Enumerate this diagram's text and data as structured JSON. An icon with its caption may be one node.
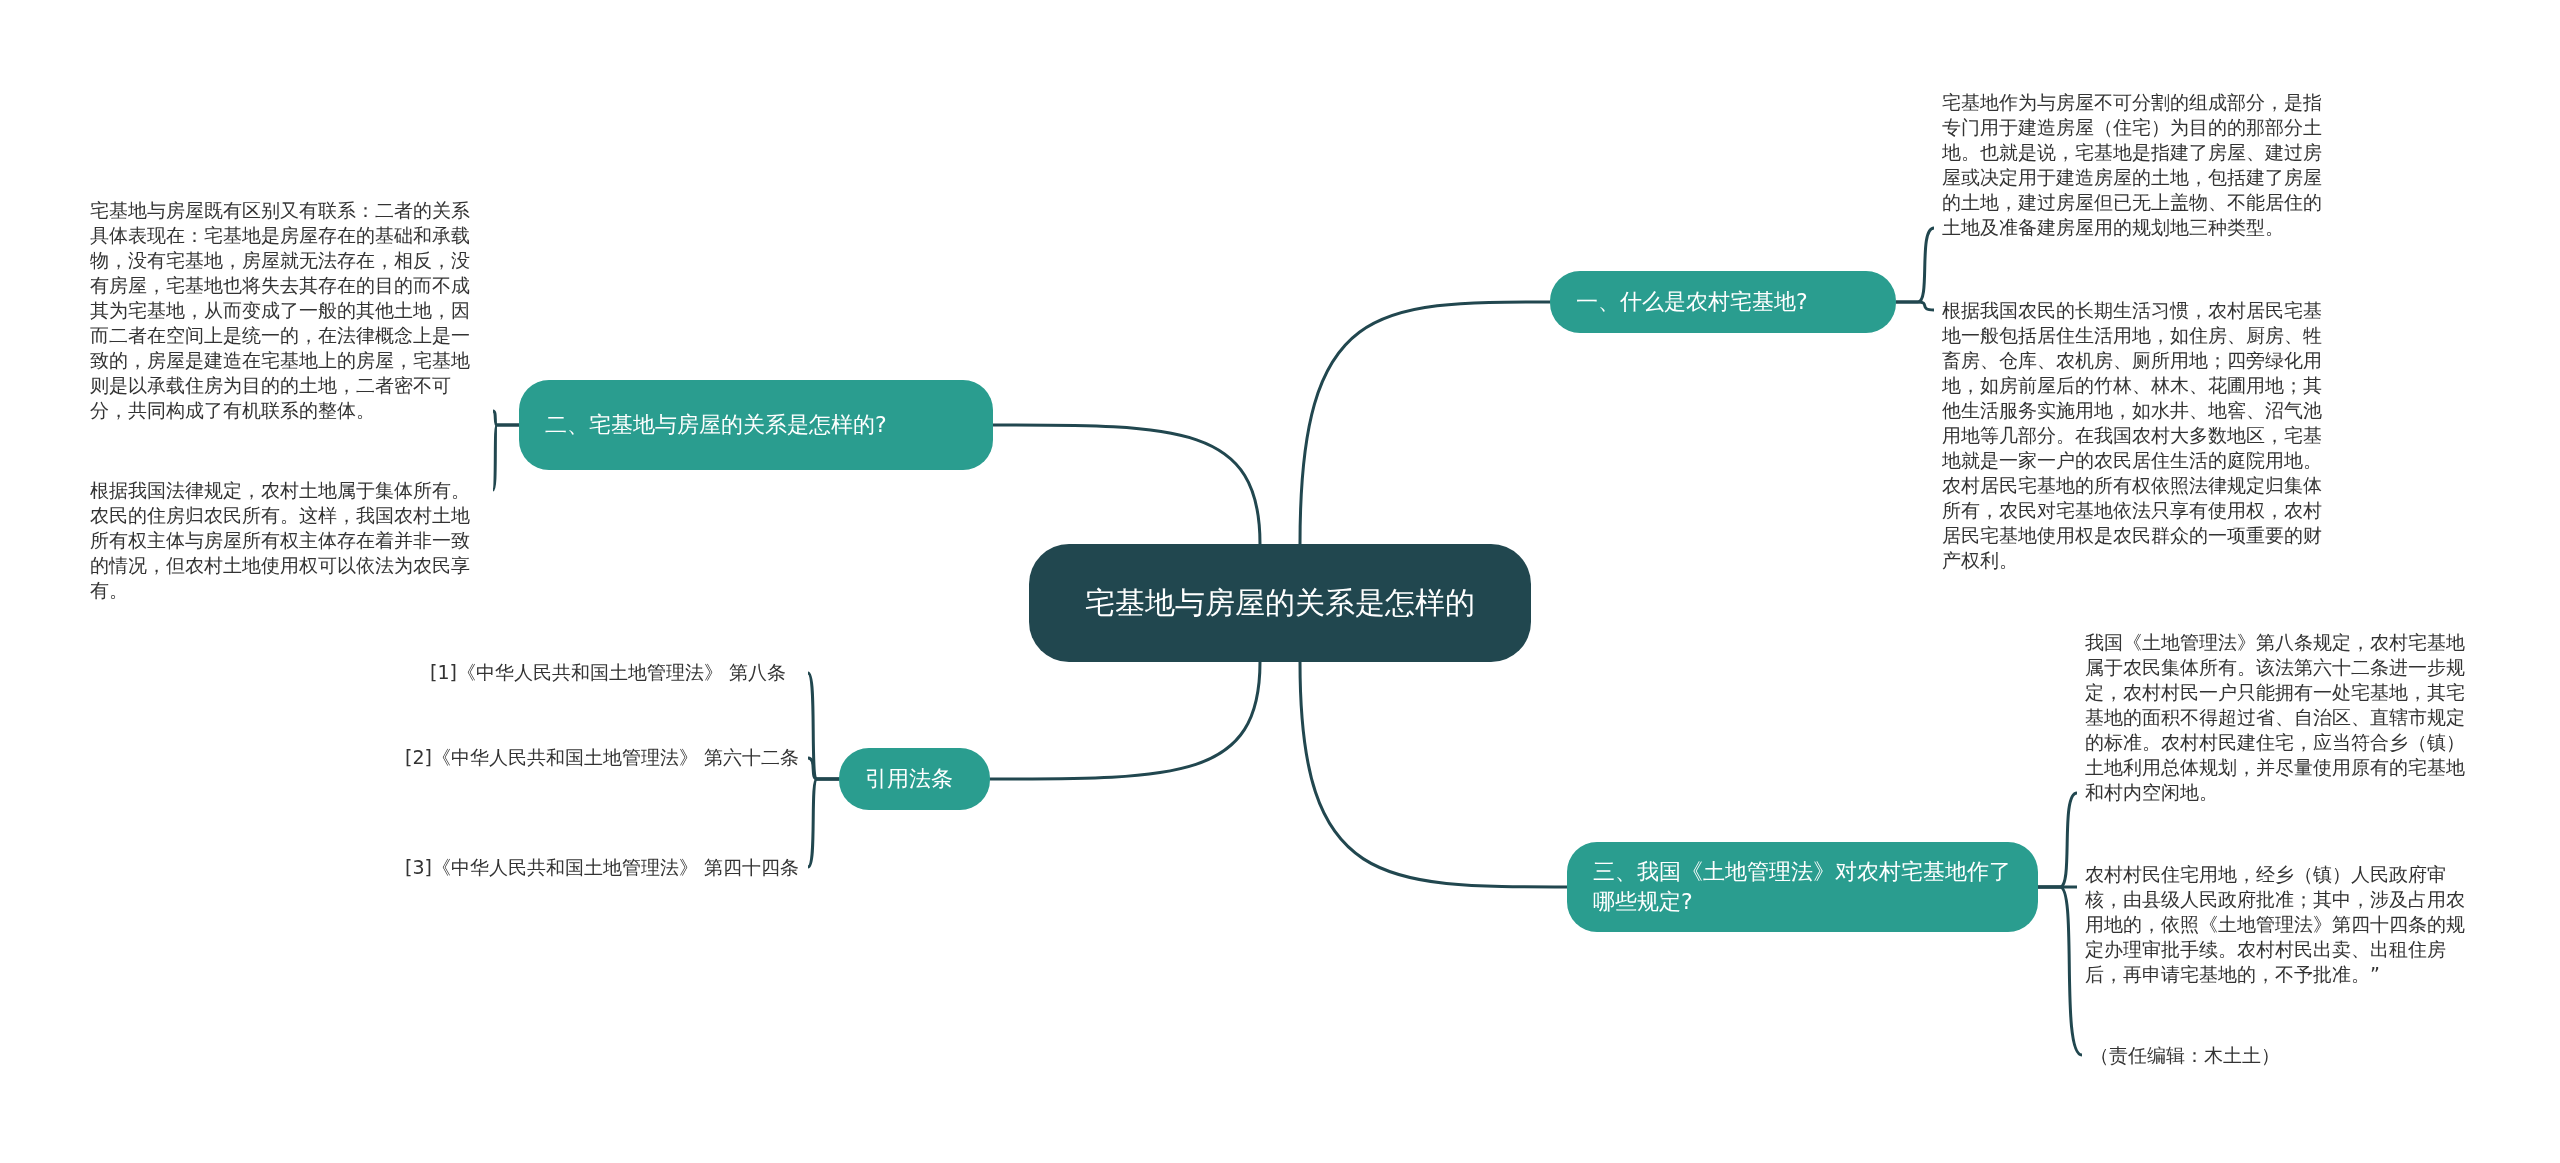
{
  "diagram": {
    "nodes": [
      {
        "text": [
          "宅基地与房屋的关系是怎样的"
        ]
      },
      {
        "text": [
          "一、什么是农村宅基地?"
        ]
      },
      {
        "text": [
          "宅基地作为与房屋不可分割的组成部分，是指专门用于建造房屋（住宅）为目的的那部分土地。也就是说，宅基地是指建了房屋、建过房屋或决定用于建造房屋的土地，包括建了房屋的土地，建过房屋但已无上盖物、不能居住的土地及准备建房屋用的规划地三种类型。"
        ]
      },
      {
        "text": [
          "根据我国农民的长期生活习惯，农村居民宅基地一般包括居住生活用地，如住房、厨房、牲畜房、仓库、农机房、厕所用地；四旁绿化用地，如房前屋后的竹林、林木、花圃用地；其他生活服务实施用地，如水井、地窖、沼气池用地等几部分。在我国农村大多数地区，宅基地就是一家一户的农民居住生活的庭院用地。农村居民宅基地的所有权依照法律规定归集体所有，农民对宅基地依法只享有使用权，农村居民宅基地使用权是农民群众的一项重要的财产权利。"
        ]
      },
      {
        "text": [
          "二、宅基地与房屋的关系是怎样的?"
        ]
      },
      {
        "text": [
          "宅基地与房屋既有区别又有联系：二者的关系具体表现在：宅基地是房屋存在的基础和承载物，没有宅基地，房屋就无法存在，相反，没有房屋，宅基地也将失去其存在的目的而不成其为宅基地，从而变成了一般的其他土地，因而二者在空间上是统一的，在法律概念上是一致的，房屋是建造在宅基地上的房屋，宅基地则是以承载住房为目的的土地，二者密不可分，共同构成了有机联系的整体。"
        ]
      },
      {
        "text": [
          "根据我国法律规定，农村土地属于集体所有。农民的住房归农民所有。这样，我国农村土地所有权主体与房屋所有权主体存在着并非一致的情况，但农村土地使用权可以依法为农民享有。"
        ]
      },
      {
        "text": [
          "三、我国《土地管理法》对农村宅基地作了哪些规定?"
        ]
      },
      {
        "text": [
          "我国《土地管理法》第八条规定，农村宅基地属于农民集体所有。该法第六十二条进一步规定，农村村民一户只能拥有一处宅基地，其宅基地的面积不得超过省、自治区、直辖市规定的标准。农村村民建住宅，应当符合乡（镇）土地利用总体规划，并尽量使用原有的宅基地和村内空闲地。"
        ]
      },
      {
        "text": [
          "农村村民住宅用地，经乡（镇）人民政府审核，由县级人民政府批准；其中，涉及占用农用地的，依照《土地管理法》第四十四条的规定办理审批手续。农村村民出卖、出租住房后，再申请宅基地的，不予批准。”"
        ]
      },
      {
        "text": [
          "（责任编辑：木土土）"
        ]
      },
      {
        "text": [
          "引用法条"
        ]
      },
      {
        "text": [
          "[1]《中华人民共和国土地管理法》 第八条"
        ]
      },
      {
        "text": [
          "[2]《中华人民共和国土地管理法》 第六十二条"
        ]
      },
      {
        "text": [
          "[3]《中华人民共和国土地管理法》 第四十四条"
        ]
      }
    ],
    "edges": [
      {
        "from": 0,
        "to": 1,
        "arrow": "none"
      },
      {
        "from": 0,
        "to": 4,
        "arrow": "none"
      },
      {
        "from": 0,
        "to": 7,
        "arrow": "none"
      },
      {
        "from": 0,
        "to": 11,
        "arrow": "none"
      },
      {
        "from": 1,
        "to": 2,
        "arrow": "none"
      },
      {
        "from": 1,
        "to": 3,
        "arrow": "none"
      },
      {
        "from": 4,
        "to": 5,
        "arrow": "none"
      },
      {
        "from": 4,
        "to": 6,
        "arrow": "none"
      },
      {
        "from": 7,
        "to": 8,
        "arrow": "none"
      },
      {
        "from": 7,
        "to": 9,
        "arrow": "none"
      },
      {
        "from": 7,
        "to": 10,
        "arrow": "none"
      },
      {
        "from": 11,
        "to": 12,
        "arrow": "none"
      },
      {
        "from": 11,
        "to": 13,
        "arrow": "none"
      },
      {
        "from": 11,
        "to": 14,
        "arrow": "none"
      }
    ]
  }
}
